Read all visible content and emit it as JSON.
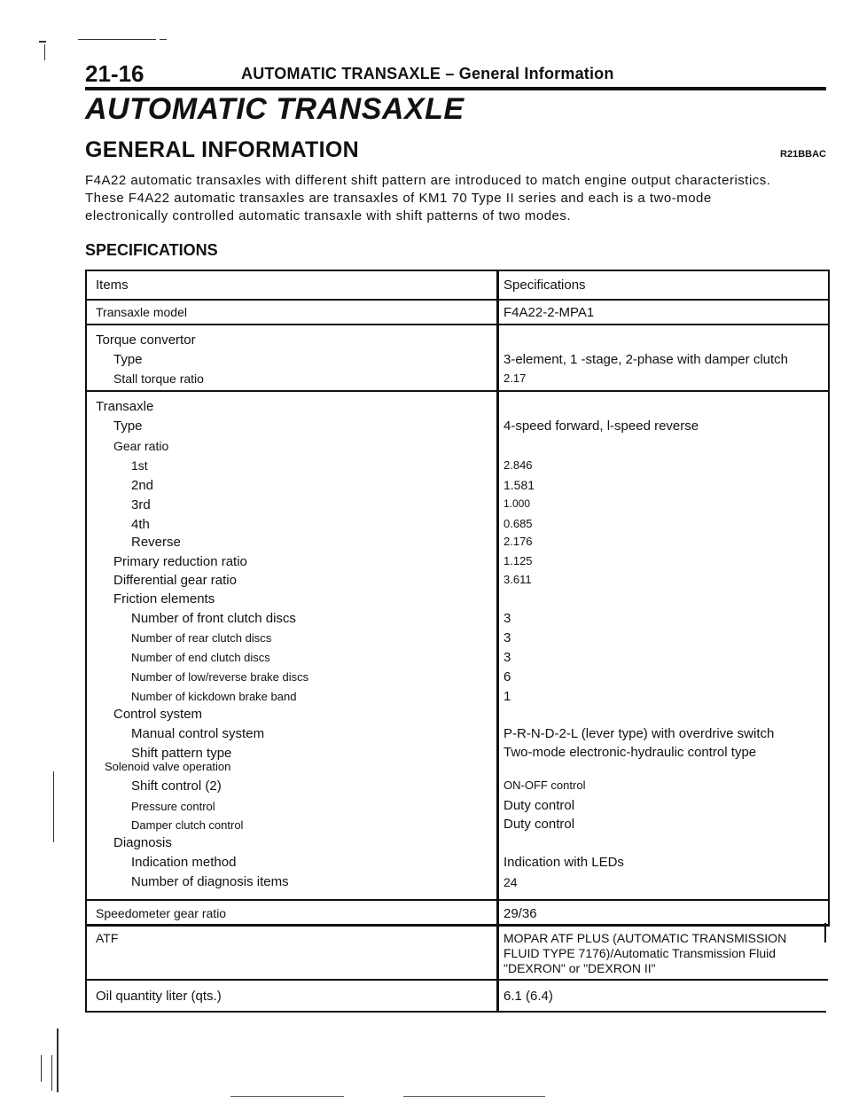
{
  "header": {
    "page_number": "21-16",
    "running_title": "AUTOMATIC TRANSAXLE – General Information"
  },
  "main_title": "AUTOMATIC TRANSAXLE",
  "section_title": "GENERAL INFORMATION",
  "section_code": "R21BBAC",
  "intro": [
    "F4A22 automatic transaxles with different shift pattern are introduced to match engine output characteristics.",
    "These F4A22 automatic transaxles are transaxles of KM1 70 Type II series and each is a two-mode",
    "electronically controlled automatic transaxle with shift patterns of two modes."
  ],
  "specs_heading": "SPECIFICATIONS",
  "table": {
    "col_items": "Items",
    "col_specs": "Specifications",
    "rows": [
      {
        "item": "Transaxle model",
        "spec": "F4A22-2-MPA1"
      },
      {
        "item": "Torque convertor",
        "spec": ""
      },
      {
        "item": "Type",
        "spec": "3-element, 1 -stage, 2-phase with damper clutch"
      },
      {
        "item": "Stall torque ratio",
        "spec": "2.17"
      },
      {
        "item": "Transaxle",
        "spec": ""
      },
      {
        "item": "Type",
        "spec": "4-speed forward, l-speed reverse"
      },
      {
        "item": "Gear ratio",
        "spec": ""
      },
      {
        "item": "1st",
        "spec": "2.846"
      },
      {
        "item": "2nd",
        "spec": "1.581"
      },
      {
        "item": "3rd",
        "spec": "1.000"
      },
      {
        "item": "4th",
        "spec": "0.685"
      },
      {
        "item": "Reverse",
        "spec": "2.176"
      },
      {
        "item": "Primary reduction ratio",
        "spec": "1.125"
      },
      {
        "item": "Differential gear ratio",
        "spec": "3.611"
      },
      {
        "item": "Friction elements",
        "spec": ""
      },
      {
        "item": "Number of front clutch discs",
        "spec": "3"
      },
      {
        "item": "Number of rear clutch discs",
        "spec": "3"
      },
      {
        "item": "Number of end clutch discs",
        "spec": "3"
      },
      {
        "item": "Number of low/reverse brake discs",
        "spec": "6"
      },
      {
        "item": "Number of kickdown brake band",
        "spec": "1"
      },
      {
        "item": "Control system",
        "spec": ""
      },
      {
        "item": "Manual control system",
        "spec": "P-R-N-D-2-L (lever type) with overdrive switch"
      },
      {
        "item": "Shift pattern type",
        "spec": "Two-mode electronic-hydraulic control type"
      },
      {
        "item": "Solenoid valve operation",
        "spec": ""
      },
      {
        "item": "Shift control (2)",
        "spec": "ON-OFF control"
      },
      {
        "item": "Pressure control",
        "spec": "Duty control"
      },
      {
        "item": "Damper clutch control",
        "spec": "Duty control"
      },
      {
        "item": "Diagnosis",
        "spec": ""
      },
      {
        "item": "Indication method",
        "spec": "Indication with LEDs"
      },
      {
        "item": "Number of diagnosis items",
        "spec": "24"
      },
      {
        "item": "Speedometer gear ratio",
        "spec": "29/36"
      },
      {
        "item": "ATF",
        "spec": "MOPAR ATF PLUS (AUTOMATIC TRANSMISSION"
      },
      {
        "item": "",
        "spec": "FLUID TYPE 7176)/Automatic Transmission Fluid"
      },
      {
        "item": "",
        "spec": "\"DEXRON\" or \"DEXRON II\""
      },
      {
        "item": "Oil quantity     liter (qts.)",
        "spec": "6.1 (6.4)"
      }
    ]
  }
}
